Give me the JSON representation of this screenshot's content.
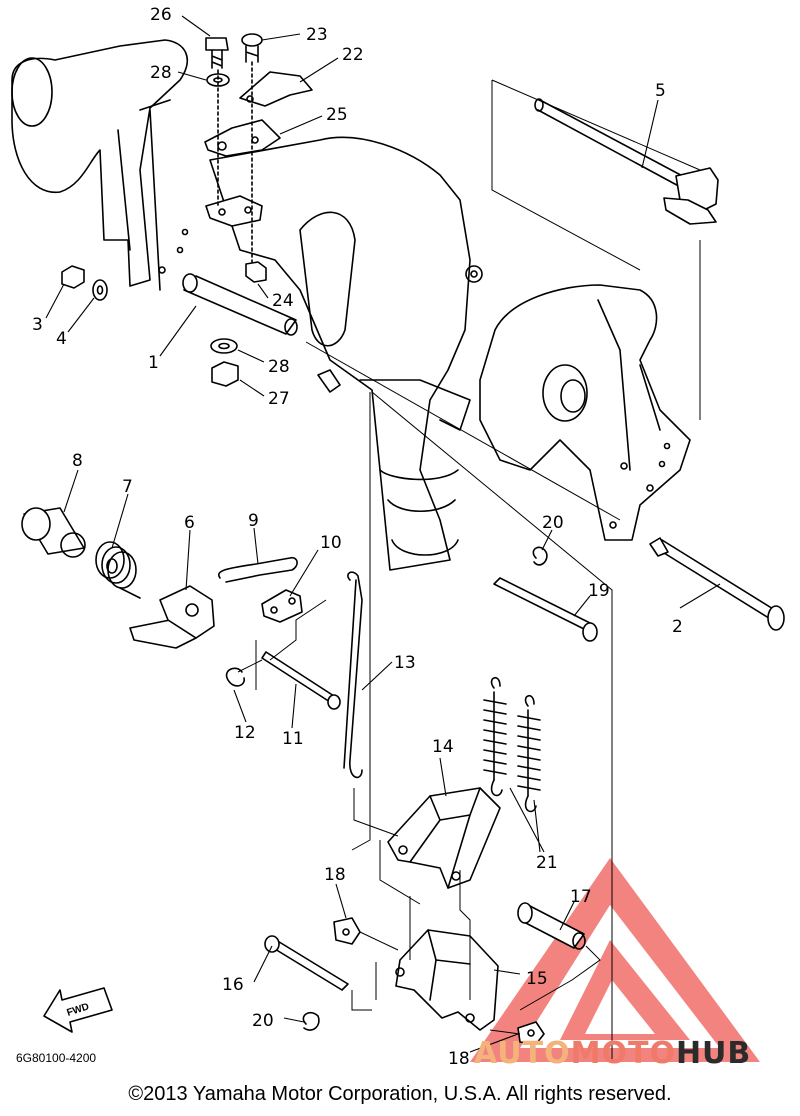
{
  "diagram": {
    "drawing_code": "6G80100-4200",
    "copyright": "©2013 Yamaha Motor Corporation, U.S.A. All rights reserved.",
    "direction_label": "FWD",
    "callouts": [
      "26",
      "23",
      "22",
      "28",
      "25",
      "5",
      "24",
      "3",
      "4",
      "1",
      "28",
      "27",
      "8",
      "7",
      "6",
      "9",
      "10",
      "20",
      "19",
      "2",
      "13",
      "12",
      "11",
      "14",
      "21",
      "18",
      "17",
      "16",
      "15",
      "20",
      "18"
    ]
  },
  "watermark": {
    "brand_a": "AUTO",
    "brand_b": "MOTO",
    "brand_c": "HUB",
    "color_triangle": "#ef5a55",
    "color_auto": "#f3b37a",
    "color_hub": "#2b2b2b"
  }
}
